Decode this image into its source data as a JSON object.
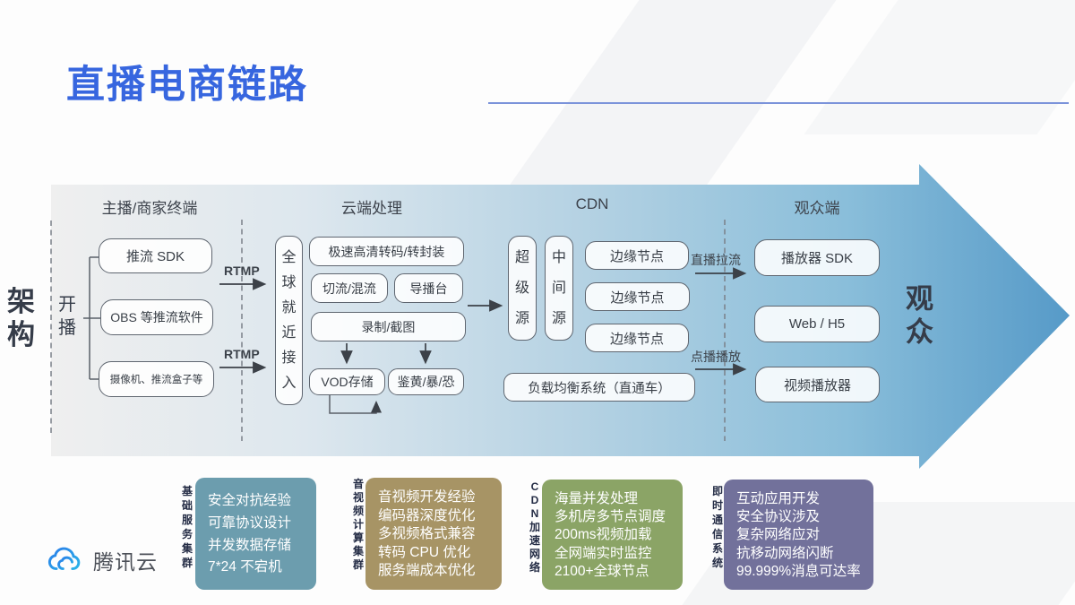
{
  "title": "直播电商链路",
  "colors": {
    "accent": "#3766df",
    "title_rule": "#7b93da",
    "arrow_start": "#efefef",
    "arrow_mid1": "#dde7ee",
    "arrow_mid2": "#b5d2e3",
    "arrow_mid3": "#8abeda",
    "arrow_end": "#569ac8",
    "card_teal": "#6c9dae",
    "card_tan": "#a79465",
    "card_green": "#8ba466",
    "card_purple": "#72719b"
  },
  "diagram": {
    "arch_label": "架构",
    "audience_label": "观众",
    "terminal": {
      "header": "主播/商家终端",
      "start_label": "开播",
      "boxes": [
        "推流 SDK",
        "OBS 等推流软件",
        "摄像机、推流盒子等"
      ]
    },
    "rtmp_top": "RTMP",
    "rtmp_bottom": "RTMP",
    "cloud": {
      "header": "云端处理",
      "access_box": "全球就近接入",
      "transcode": "极速高清转码/转封装",
      "cut_mix": "切流/混流",
      "director": "导播台",
      "record": "录制/截图",
      "vod": "VOD存储",
      "moderation": "鉴黄/暴/恐"
    },
    "cdn": {
      "header": "CDN",
      "super_origin": "超级源",
      "mid_origin": "中间源",
      "edges": [
        "边缘节点",
        "边缘节点",
        "边缘节点"
      ],
      "load_balancer": "负载均衡系统（直通车）",
      "live_pull": "直播拉流",
      "vod_play": "点播播放"
    },
    "viewer": {
      "header": "观众端",
      "boxes": [
        "播放器 SDK",
        "Web / H5",
        "视频播放器"
      ]
    }
  },
  "capability_cards": [
    {
      "label": "基础服务集群",
      "color": "#6c9dae",
      "lines": [
        "安全对抗经验",
        "可靠协议设计",
        "并发数据存储",
        "7*24 不宕机"
      ]
    },
    {
      "label": "音视频计算集群",
      "color": "#a79465",
      "lines": [
        "音视频开发经验",
        "编码器深度优化",
        "多视频格式兼容",
        "转码 CPU 优化",
        "服务端成本优化"
      ]
    },
    {
      "label": "CDN加速网络",
      "color": "#8ba466",
      "lines": [
        "海量并发处理",
        "多机房多节点调度",
        "200ms视频加载",
        "全网端实时监控",
        "2100+全球节点"
      ]
    },
    {
      "label": "即时通信系统",
      "color": "#72719b",
      "lines": [
        "互动应用开发",
        "安全协议涉及",
        "复杂网络应对",
        "抗移动网络闪断",
        "99.999%消息可达率"
      ]
    }
  ],
  "footer": {
    "brand": "腾讯云"
  }
}
